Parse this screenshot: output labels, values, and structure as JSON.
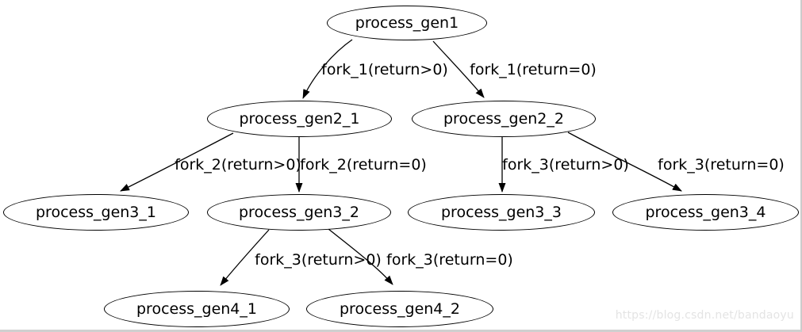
{
  "graph": {
    "nodes": [
      {
        "id": "process_gen1",
        "label": "process_gen1"
      },
      {
        "id": "process_gen2_1",
        "label": "process_gen2_1"
      },
      {
        "id": "process_gen2_2",
        "label": "process_gen2_2"
      },
      {
        "id": "process_gen3_1",
        "label": "process_gen3_1"
      },
      {
        "id": "process_gen3_2",
        "label": "process_gen3_2"
      },
      {
        "id": "process_gen3_3",
        "label": "process_gen3_3"
      },
      {
        "id": "process_gen3_4",
        "label": "process_gen3_4"
      },
      {
        "id": "process_gen4_1",
        "label": "process_gen4_1"
      },
      {
        "id": "process_gen4_2",
        "label": "process_gen4_2"
      }
    ],
    "edges": [
      {
        "from": "process_gen1",
        "to": "process_gen2_1",
        "label": "fork_1(return>0)"
      },
      {
        "from": "process_gen1",
        "to": "process_gen2_2",
        "label": "fork_1(return=0)"
      },
      {
        "from": "process_gen2_1",
        "to": "process_gen3_1",
        "label": "fork_2(return>0)"
      },
      {
        "from": "process_gen2_1",
        "to": "process_gen3_2",
        "label": "fork_2(return=0)"
      },
      {
        "from": "process_gen2_2",
        "to": "process_gen3_3",
        "label": "fork_3(return>0)"
      },
      {
        "from": "process_gen2_2",
        "to": "process_gen3_4",
        "label": "fork_3(return=0)"
      },
      {
        "from": "process_gen3_2",
        "to": "process_gen4_1",
        "label": "fork_3(return>0)"
      },
      {
        "from": "process_gen3_2",
        "to": "process_gen4_2",
        "label": "fork_3(return=0)"
      }
    ]
  },
  "watermark": {
    "text": "https://blog.csdn.net/bandaoyu"
  },
  "colors": {
    "background": "#ffffff",
    "node_stroke": "#000000",
    "edge_stroke": "#000000",
    "text": "#000000",
    "watermark_text": "#e4e4e4",
    "frame_border": "#cccccc"
  }
}
